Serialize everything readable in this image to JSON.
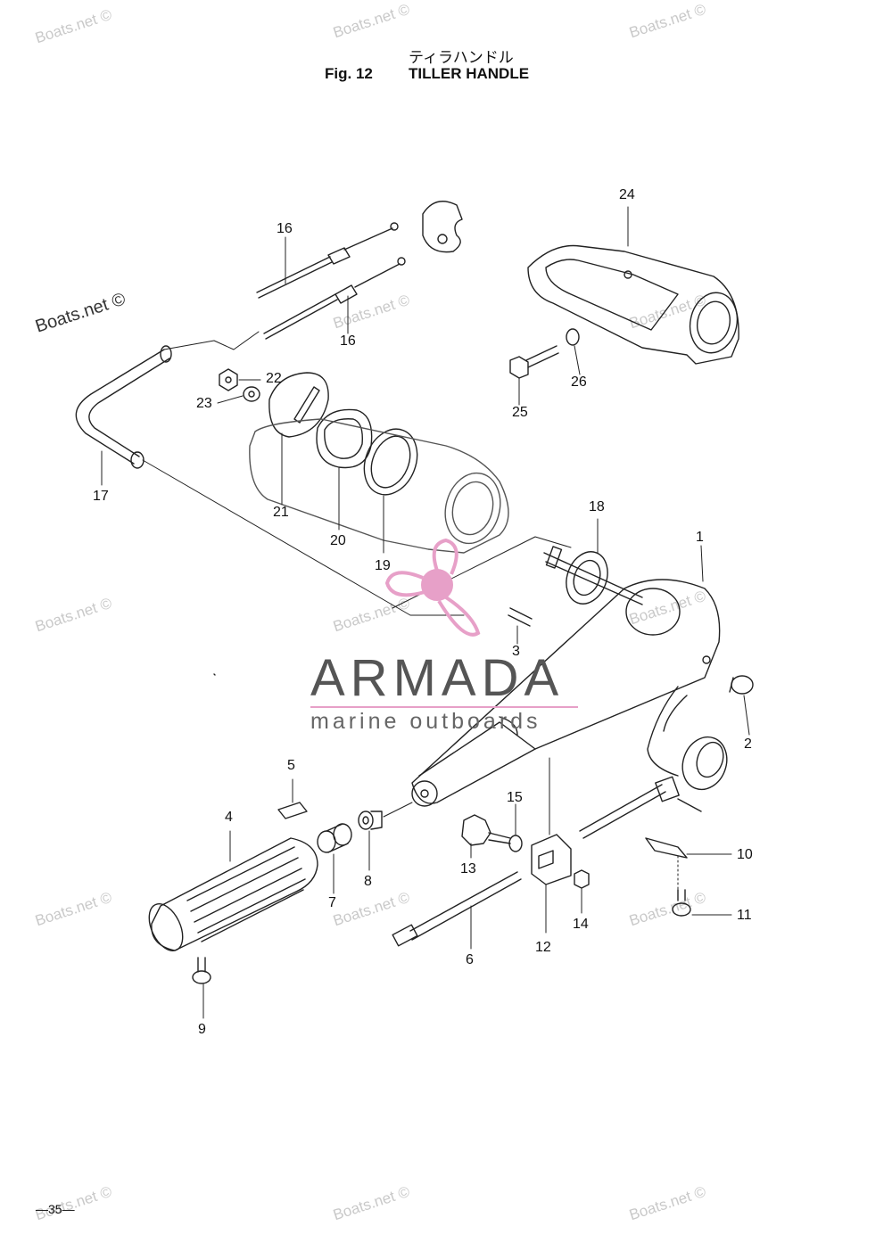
{
  "header": {
    "title_jp": "ティラハンドル",
    "fig": "Fig. 12",
    "title": "TILLER HANDLE"
  },
  "watermark": "Boats.net ©",
  "logo": {
    "name": "ARMADA",
    "sub": "marine outboards",
    "accent": "#e7a0c8"
  },
  "page_number": "—35—",
  "parts": [
    "1",
    "2",
    "3",
    "4",
    "5",
    "6",
    "7",
    "8",
    "9",
    "10",
    "11",
    "12",
    "13",
    "14",
    "15",
    "16",
    "16",
    "17",
    "18",
    "19",
    "20",
    "21",
    "22",
    "23",
    "24",
    "25",
    "26"
  ]
}
